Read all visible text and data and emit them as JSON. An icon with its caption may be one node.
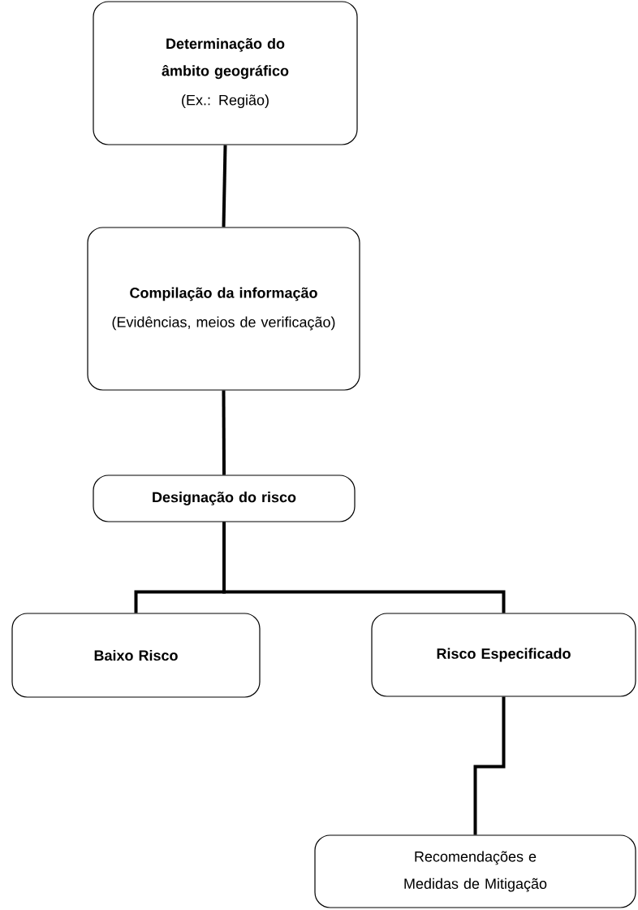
{
  "diagram": {
    "nodes": [
      {
        "text": [
          "Determinação do âmbito geográfico",
          "(Ex.: Região)"
        ]
      },
      {
        "text": [
          "Compilação da informação",
          "(Evidências, meios de verificação)"
        ]
      },
      {
        "text": [
          "Designação do risco"
        ]
      },
      {
        "text": [
          "Baixo Risco"
        ]
      },
      {
        "text": [
          "Risco Especificado"
        ]
      },
      {
        "text": [
          "Recomendações e Medidas de Mitigação"
        ]
      }
    ],
    "edges": [
      {
        "from": 0,
        "to": 1,
        "arrow": "none"
      },
      {
        "from": 1,
        "to": 2,
        "arrow": "none"
      },
      {
        "from": 2,
        "to": 3,
        "arrow": "none"
      },
      {
        "from": 2,
        "to": 4,
        "arrow": "none"
      },
      {
        "from": 4,
        "to": 5,
        "arrow": "none"
      }
    ]
  }
}
